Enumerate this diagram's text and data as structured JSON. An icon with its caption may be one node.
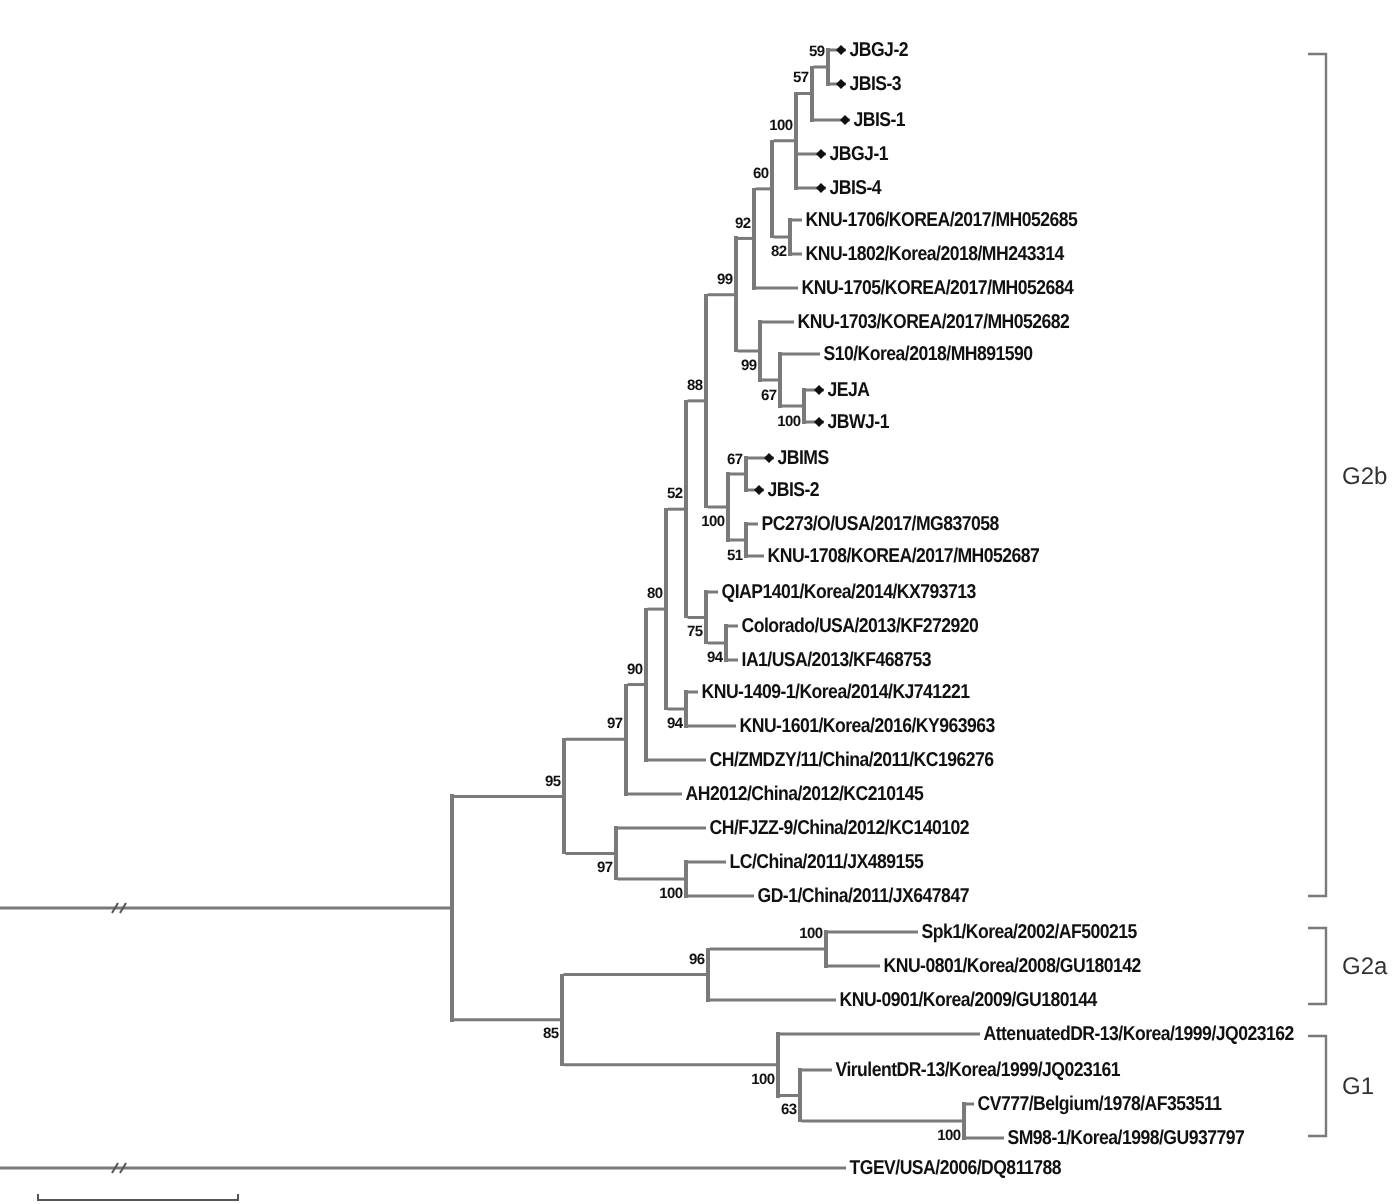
{
  "diagram": {
    "nodes": [
      {
        "text": [
          "JBGJ-2"
        ]
      },
      {
        "text": [
          "JBIS-3"
        ]
      },
      {
        "text": [
          "JBIS-1"
        ]
      },
      {
        "text": [
          "JBGJ-1"
        ]
      },
      {
        "text": [
          "JBIS-4"
        ]
      },
      {
        "text": [
          "KNU-1706/KOREA/2017/MH052685"
        ]
      },
      {
        "text": [
          "KNU-1802/Korea/2018/MH243314"
        ]
      },
      {
        "text": [
          "KNU-1705/KOREA/2017/MH052684"
        ]
      },
      {
        "text": [
          "KNU-1703/KOREA/2017/MH052682"
        ]
      },
      {
        "text": [
          "S10/Korea/2018/MH891590"
        ]
      },
      {
        "text": [
          "JEJA"
        ]
      },
      {
        "text": [
          "JBWJ-1"
        ]
      },
      {
        "text": [
          "JBIMS"
        ]
      },
      {
        "text": [
          "JBIS-2"
        ]
      },
      {
        "text": [
          "PC273/O/USA/2017/MG837058"
        ]
      },
      {
        "text": [
          "KNU-1708/KOREA/2017/MH052687"
        ]
      },
      {
        "text": [
          "QIAP1401/Korea/2014/KX793713"
        ]
      },
      {
        "text": [
          "Colorado/USA/2013/KF272920"
        ]
      },
      {
        "text": [
          "IA1/USA/2013/KF468753"
        ]
      },
      {
        "text": [
          "KNU-1409-1/Korea/2014/KJ741221"
        ]
      },
      {
        "text": [
          "KNU-1601/Korea/2016/KY963963"
        ]
      },
      {
        "text": [
          "CH/ZMDZY/11/China/2011/KC196276"
        ]
      },
      {
        "text": [
          "AH2012/China/2012/KC210145"
        ]
      },
      {
        "text": [
          "CH/FJZZ-9/China/2012/KC140102"
        ]
      },
      {
        "text": [
          "LC/China/2011/JX489155"
        ]
      },
      {
        "text": [
          "GD-1/China/2011/JX647847"
        ]
      },
      {
        "text": [
          "Spk1/Korea/2002/AF500215"
        ]
      },
      {
        "text": [
          "KNU-0801/Korea/2008/GU180142"
        ]
      },
      {
        "text": [
          "KNU-0901/Korea/2009/GU180144"
        ]
      },
      {
        "text": [
          "AttenuatedDR-13/Korea/1999/JQ023162"
        ]
      },
      {
        "text": [
          "VirulentDR-13/Korea/1999/JQ023161"
        ]
      },
      {
        "text": [
          "CV777/Belgium/1978/AF353511"
        ]
      },
      {
        "text": [
          "SM98-1/Korea/1998/GU937797"
        ]
      },
      {
        "text": [
          "TGEV/USA/2006/DQ811788"
        ]
      },
      {
        "text": [],
        "shape": "bar",
        "beside": [
          "59"
        ]
      },
      {
        "text": [],
        "shape": "bar",
        "beside": [
          "57"
        ]
      },
      {
        "text": [],
        "shape": "bar",
        "beside": [
          "100"
        ]
      },
      {
        "text": [],
        "shape": "bar",
        "beside": [
          "60"
        ]
      },
      {
        "text": [],
        "shape": "bar",
        "beside": [
          "92"
        ]
      },
      {
        "text": [],
        "shape": "bar",
        "beside": [
          "82"
        ]
      },
      {
        "text": [],
        "shape": "bar",
        "beside": [
          "99"
        ]
      },
      {
        "text": [],
        "shape": "bar",
        "beside": [
          "99"
        ]
      },
      {
        "text": [],
        "shape": "bar",
        "beside": [
          "67"
        ]
      },
      {
        "text": [],
        "shape": "bar",
        "beside": [
          "100"
        ]
      },
      {
        "text": [],
        "shape": "bar",
        "beside": [
          "88"
        ]
      },
      {
        "text": [],
        "shape": "bar",
        "beside": [
          "67"
        ]
      },
      {
        "text": [],
        "shape": "bar",
        "beside": [
          "52"
        ]
      },
      {
        "text": [],
        "shape": "bar",
        "beside": [
          "100"
        ]
      },
      {
        "text": [],
        "shape": "bar",
        "beside": [
          "51"
        ]
      },
      {
        "text": [],
        "shape": "bar",
        "beside": [
          "80"
        ]
      },
      {
        "text": [],
        "shape": "bar",
        "beside": [
          "75"
        ]
      },
      {
        "text": [],
        "shape": "bar",
        "beside": [
          "94"
        ]
      },
      {
        "text": [],
        "shape": "bar",
        "beside": [
          "90"
        ]
      },
      {
        "text": [],
        "shape": "bar",
        "beside": [
          "94"
        ]
      },
      {
        "text": [],
        "shape": "bar",
        "beside": [
          "97"
        ]
      },
      {
        "text": [],
        "shape": "bar",
        "beside": [
          "95"
        ]
      },
      {
        "text": [],
        "shape": "bar"
      },
      {
        "text": [],
        "shape": "bar",
        "beside": [
          "97"
        ]
      },
      {
        "text": [],
        "shape": "bar",
        "beside": [
          "100"
        ]
      },
      {
        "text": [],
        "shape": "bar",
        "beside": [
          "100"
        ]
      },
      {
        "text": [],
        "shape": "bar",
        "beside": [
          "96"
        ]
      },
      {
        "text": [],
        "shape": "bar",
        "beside": [
          "85"
        ]
      },
      {
        "text": [],
        "shape": "bar",
        "beside": [
          "100"
        ]
      },
      {
        "text": [],
        "shape": "bar",
        "beside": [
          "63"
        ]
      },
      {
        "text": [],
        "shape": "bar",
        "beside": [
          "100"
        ]
      }
    ],
    "edges": [
      {
        "from": null,
        "to": 56,
        "arrow": "none"
      },
      {
        "from": null,
        "to": 33,
        "arrow": "none"
      },
      {
        "from": 34,
        "to": 0,
        "arrow": "other"
      },
      {
        "from": 34,
        "to": 1,
        "arrow": "other"
      },
      {
        "from": 35,
        "to": 34,
        "arrow": "none"
      },
      {
        "from": 35,
        "to": 2,
        "arrow": "other"
      },
      {
        "from": 36,
        "to": 35,
        "arrow": "none"
      },
      {
        "from": 36,
        "to": 3,
        "arrow": "other"
      },
      {
        "from": 36,
        "to": 4,
        "arrow": "other"
      },
      {
        "from": 37,
        "to": 36,
        "arrow": "none"
      },
      {
        "from": 37,
        "to": 39,
        "arrow": "none"
      },
      {
        "from": 38,
        "to": 37,
        "arrow": "none"
      },
      {
        "from": 38,
        "to": 7,
        "arrow": "none"
      },
      {
        "from": 39,
        "to": 5,
        "arrow": "none"
      },
      {
        "from": 39,
        "to": 6,
        "arrow": "none"
      },
      {
        "from": 40,
        "to": 38,
        "arrow": "none"
      },
      {
        "from": 40,
        "to": 41,
        "arrow": "none"
      },
      {
        "from": 41,
        "to": 8,
        "arrow": "none"
      },
      {
        "from": 41,
        "to": 42,
        "arrow": "none"
      },
      {
        "from": 42,
        "to": 9,
        "arrow": "none"
      },
      {
        "from": 42,
        "to": 43,
        "arrow": "none"
      },
      {
        "from": 43,
        "to": 10,
        "arrow": "other"
      },
      {
        "from": 43,
        "to": 11,
        "arrow": "other"
      },
      {
        "from": 44,
        "to": 40,
        "arrow": "none"
      },
      {
        "from": 44,
        "to": 47,
        "arrow": "none"
      },
      {
        "from": 45,
        "to": 12,
        "arrow": "other"
      },
      {
        "from": 45,
        "to": 13,
        "arrow": "other"
      },
      {
        "from": 46,
        "to": 44,
        "arrow": "none"
      },
      {
        "from": 46,
        "to": 50,
        "arrow": "none"
      },
      {
        "from": 47,
        "to": 45,
        "arrow": "none"
      },
      {
        "from": 47,
        "to": 48,
        "arrow": "none"
      },
      {
        "from": 48,
        "to": 14,
        "arrow": "none"
      },
      {
        "from": 48,
        "to": 15,
        "arrow": "none"
      },
      {
        "from": 49,
        "to": 46,
        "arrow": "none"
      },
      {
        "from": 49,
        "to": 53,
        "arrow": "none"
      },
      {
        "from": 50,
        "to": 16,
        "arrow": "none"
      },
      {
        "from": 50,
        "to": 51,
        "arrow": "none"
      },
      {
        "from": 51,
        "to": 17,
        "arrow": "none"
      },
      {
        "from": 51,
        "to": 18,
        "arrow": "none"
      },
      {
        "from": 52,
        "to": 49,
        "arrow": "none"
      },
      {
        "from": 52,
        "to": 21,
        "arrow": "none"
      },
      {
        "from": 53,
        "to": 19,
        "arrow": "none"
      },
      {
        "from": 53,
        "to": 20,
        "arrow": "none"
      },
      {
        "from": 54,
        "to": 52,
        "arrow": "none"
      },
      {
        "from": 54,
        "to": 22,
        "arrow": "none"
      },
      {
        "from": 55,
        "to": 54,
        "arrow": "none"
      },
      {
        "from": 55,
        "to": 57,
        "arrow": "none"
      },
      {
        "from": 56,
        "to": 55,
        "arrow": "none"
      },
      {
        "from": 56,
        "to": 61,
        "arrow": "none"
      },
      {
        "from": 57,
        "to": 23,
        "arrow": "none"
      },
      {
        "from": 57,
        "to": 58,
        "arrow": "none"
      },
      {
        "from": 58,
        "to": 24,
        "arrow": "none"
      },
      {
        "from": 58,
        "to": 25,
        "arrow": "none"
      },
      {
        "from": 59,
        "to": 26,
        "arrow": "none"
      },
      {
        "from": 59,
        "to": 27,
        "arrow": "none"
      },
      {
        "from": 60,
        "to": 59,
        "arrow": "none"
      },
      {
        "from": 60,
        "to": 28,
        "arrow": "none"
      },
      {
        "from": 61,
        "to": 60,
        "arrow": "none"
      },
      {
        "from": 61,
        "to": 62,
        "arrow": "none"
      },
      {
        "from": 62,
        "to": 29,
        "arrow": "none"
      },
      {
        "from": 62,
        "to": 63,
        "arrow": "none"
      },
      {
        "from": 63,
        "to": 30,
        "arrow": "none"
      },
      {
        "from": 63,
        "to": 64,
        "arrow": "none"
      },
      {
        "from": 64,
        "to": 31,
        "arrow": "none"
      },
      {
        "from": 64,
        "to": 32,
        "arrow": "none"
      }
    ],
    "labels": [
      "G2b",
      "G2a",
      "G1"
    ]
  }
}
